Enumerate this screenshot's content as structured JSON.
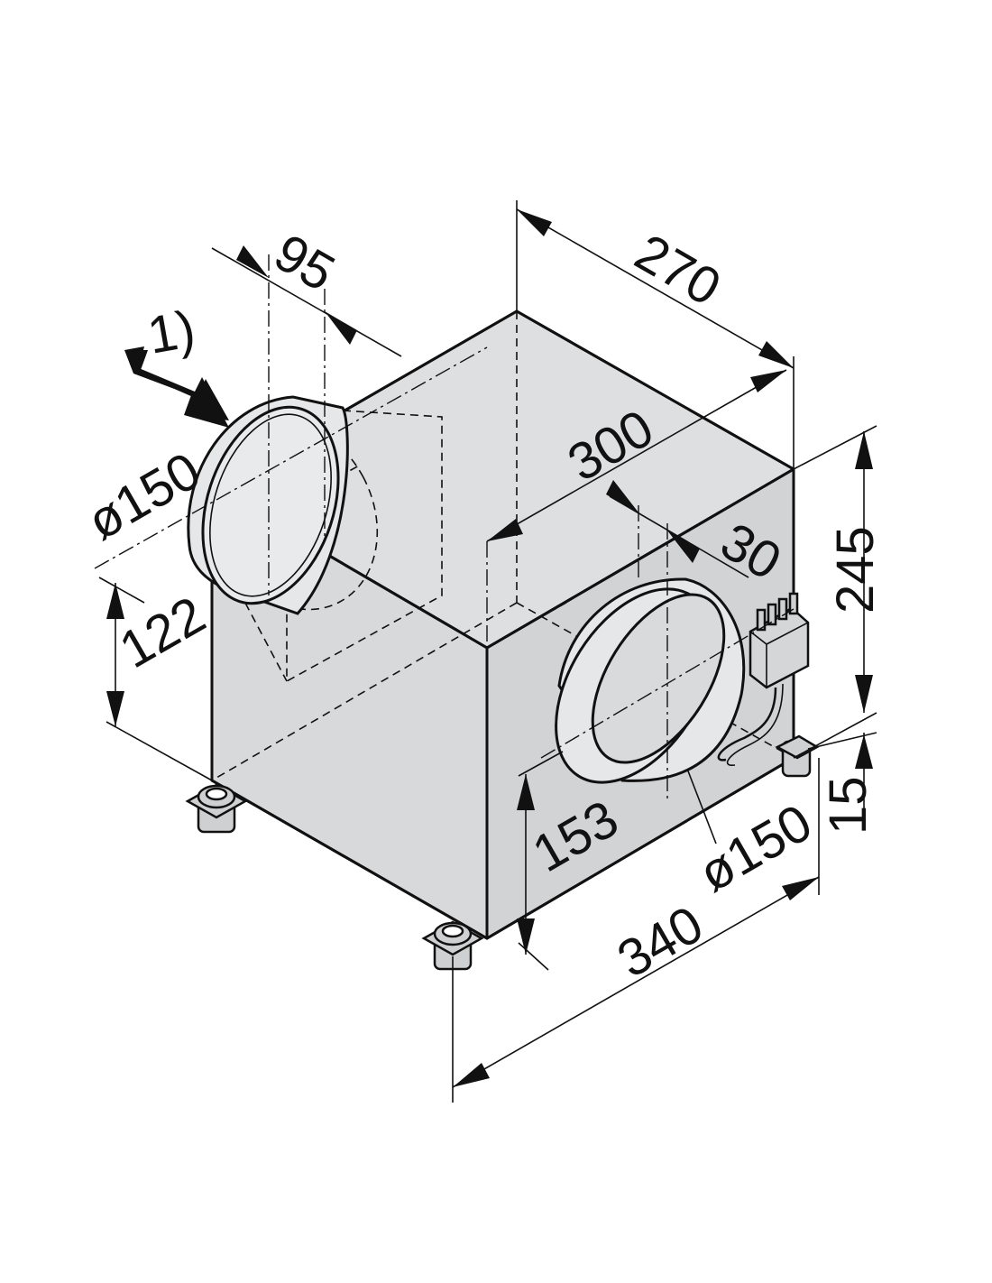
{
  "diagram": {
    "labels": {
      "depth": "270",
      "width": "300",
      "height": "245",
      "feet_height": "15",
      "length": "340",
      "side_outlet_offset": "95",
      "side_outlet_diameter": "ø150",
      "side_outlet_height": "122",
      "front_outlet_offset": "30",
      "front_outlet_diameter": "ø150",
      "front_outlet_height": "153",
      "airflow_note": "1)"
    },
    "colors": {
      "housing": "#d8d9db",
      "line": "#111111"
    }
  }
}
